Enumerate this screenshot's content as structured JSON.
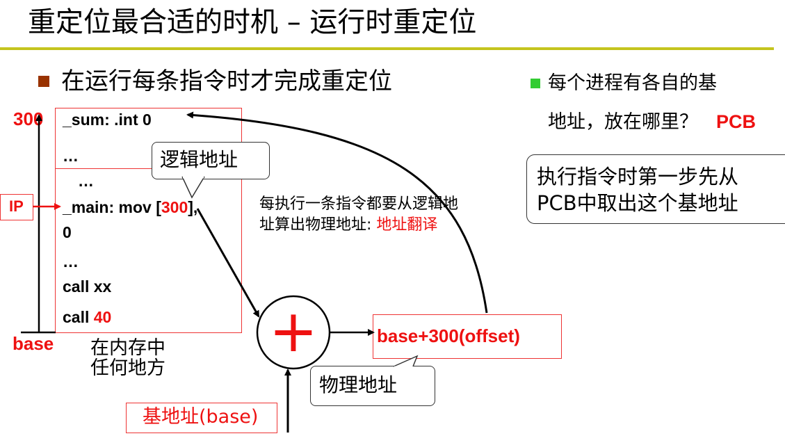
{
  "title": "重定位最合适的时机 – 运行时重定位",
  "bullet_main": "在运行每条指令时才完成重定位",
  "bullet_side": {
    "line1": "每个进程有各自的基",
    "line2": "地址，放在哪里？",
    "answer": "PCB"
  },
  "note": {
    "line1": "执行指令时第一步先从",
    "line2": "PCB中取出这个基地址"
  },
  "memory": {
    "top_addr_label": "300",
    "bottom_label": "base",
    "ip_label": "IP",
    "location_note_line1": "在内存中",
    "location_note_line2": "任何地方",
    "lines": {
      "sum": "_sum:  .int  0",
      "dots1": "…",
      "dots2": "…",
      "main_prefix": "_main: mov [",
      "main_addr": "300",
      "main_suffix": "],",
      "zero": "0",
      "dots3": "…",
      "call1": "call xx",
      "call2_prefix": "call ",
      "call2_value": "40"
    }
  },
  "callout_logical": "逻辑地址",
  "translate_text": {
    "line1": "每执行一条指令都要从逻辑地",
    "line2_prefix": "址算出物理地址: ",
    "line2_highlight": "地址翻译"
  },
  "adder_symbol": "+",
  "physical_address": "base+300(offset)",
  "callout_physical": "物理地址",
  "base_register": "基地址(base)",
  "colors": {
    "accent_red": "#ee1111",
    "title_rule": "#c4c41e",
    "bullet_main": "#993300",
    "bullet_side": "#33cc33"
  }
}
